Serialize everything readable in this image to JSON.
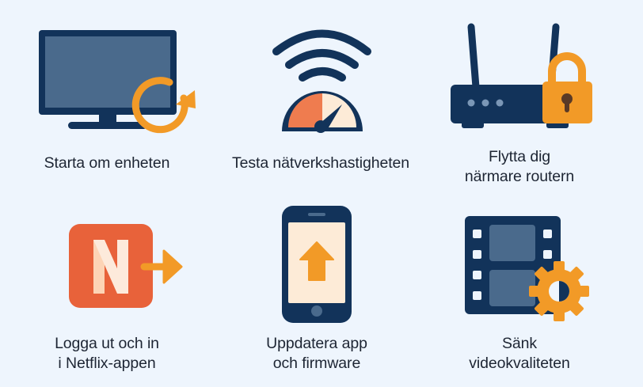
{
  "colors": {
    "background": "#eef5fd",
    "navy": "#12335a",
    "screen_blue": "#4a6a8c",
    "orange": "#f29a27",
    "netflix_red": "#e8623a",
    "speed_red": "#ef7c4f",
    "cream": "#fdebd7",
    "text": "#1d2533"
  },
  "tips": [
    {
      "id": "restart",
      "icon": "tv-restart-icon",
      "label": "Starta om enheten"
    },
    {
      "id": "speedtest",
      "icon": "wifi-speedometer-icon",
      "label": "Testa nätverkshastigheten"
    },
    {
      "id": "router",
      "icon": "router-lock-icon",
      "label": "Flytta dig\nnärmare routern"
    },
    {
      "id": "relogin",
      "icon": "netflix-logout-icon",
      "label": "Logga ut och in\ni Netflix-appen"
    },
    {
      "id": "update",
      "icon": "phone-update-icon",
      "label": "Uppdatera app\noch firmware"
    },
    {
      "id": "quality",
      "icon": "film-gear-icon",
      "label": "Sänk\nvideokvaliteten"
    }
  ]
}
